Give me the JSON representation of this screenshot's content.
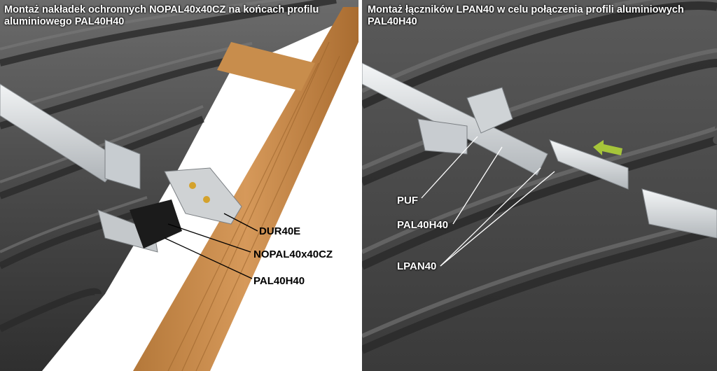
{
  "left_panel": {
    "caption": "Montaż nakładek ochronnych NOPAL40x40CZ na końcach profilu aluminiowego PAL40H40",
    "labels": {
      "dur": "DUR40E",
      "nopal": "NOPAL40x40CZ",
      "pal": "PAL40H40"
    }
  },
  "right_panel": {
    "caption": "Montaż łączników LPAN40 w celu połączenia profili aluminiowych PAL40H40",
    "labels": {
      "puf": "PUF",
      "pal": "PAL40H40",
      "lpan": "LPAN40"
    }
  },
  "colors": {
    "tile": "#4a4a4a",
    "tile_highlight": "#6a6a6a",
    "wood": "#c98a45",
    "aluminium": "#d9dde0",
    "arrow": "#a6c53a"
  }
}
